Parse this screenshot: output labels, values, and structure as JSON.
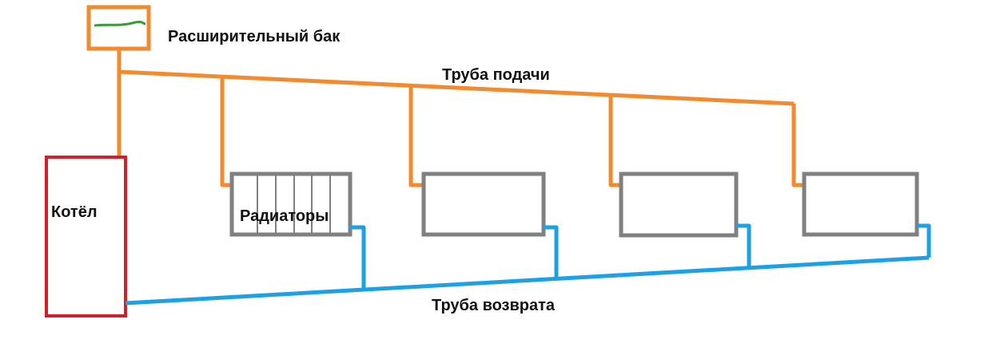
{
  "labels": {
    "expansion_tank": "Расширительный бак",
    "supply_pipe": "Труба подачи",
    "boiler": "Котёл",
    "radiators": "Радиаторы",
    "return_pipe": "Труба возврата"
  },
  "colors": {
    "supply_pipe": "#f28a2e",
    "return_pipe": "#1ea1e4",
    "boiler": "#d0202a",
    "radiator": "#808080",
    "tank_frame": "#f28a2e",
    "tank_water": "#3a9a3a",
    "text": "#111111"
  }
}
